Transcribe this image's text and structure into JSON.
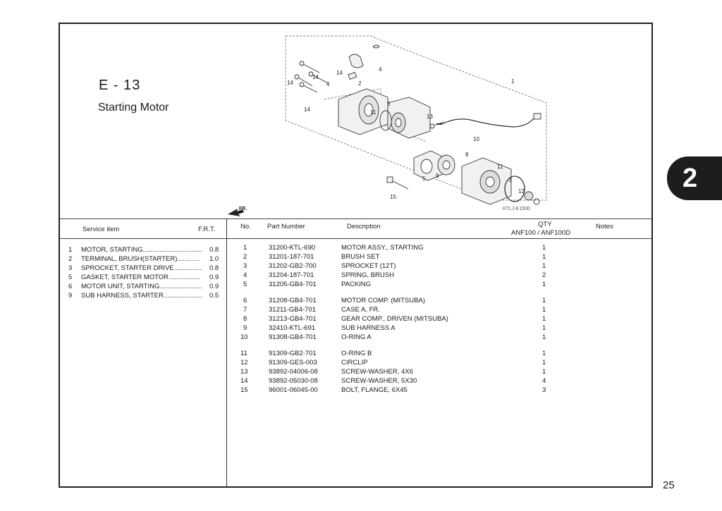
{
  "section": {
    "code": "E - 13",
    "name": "Starting Motor"
  },
  "diagram": {
    "callouts": [
      "1",
      "2",
      "3",
      "4",
      "4",
      "5",
      "6",
      "7",
      "8",
      "9",
      "10",
      "11",
      "12",
      "13",
      "14",
      "14",
      "14",
      "14",
      "15"
    ],
    "direction_label": "FR.",
    "figure_code": "KTLJ-E1500"
  },
  "service_table": {
    "headers": {
      "item": "Service item",
      "frt": "F.R.T."
    },
    "rows": [
      {
        "no": "1",
        "item": "MOTOR, STARTING................................",
        "frt": "0.8"
      },
      {
        "no": "2",
        "item": "TERMINAL, BRUSH(STARTER)............",
        "frt": "1.0"
      },
      {
        "no": "3",
        "item": "SPROCKET, STARTER DRIVE...............",
        "frt": "0.8"
      },
      {
        "no": "5",
        "item": "GASKET, STARTER MOTOR.................",
        "frt": "0.9"
      },
      {
        "no": "6",
        "item": "MOTOR UNIT, STARTING.......................",
        "frt": "0.9"
      },
      {
        "no": "9",
        "item": "SUB HARNESS, STARTER.....................",
        "frt": "0.5"
      }
    ]
  },
  "parts_table": {
    "headers": {
      "no": "No.",
      "part_number": "Part Number",
      "description": "Description",
      "qty": "QTY",
      "models": "ANF100 / ANF100D",
      "notes": "Notes"
    },
    "rows": [
      {
        "no": "1",
        "part": "31200-KTL-690",
        "desc": "MOTOR ASSY., STARTING",
        "qty": "1"
      },
      {
        "no": "2",
        "part": "31201-187-701",
        "desc": "BRUSH SET",
        "qty": "1"
      },
      {
        "no": "3",
        "part": "31202-GB2-700",
        "desc": "SPROCKET (12T)",
        "qty": "1"
      },
      {
        "no": "4",
        "part": "31204-187-701",
        "desc": "SPRING, BRUSH",
        "qty": "2"
      },
      {
        "no": "5",
        "part": "31205-GB4-701",
        "desc": "PACKING",
        "qty": "1"
      },
      {
        "no": "6",
        "part": "31208-GB4-701",
        "desc": "MOTOR COMP. (MITSUBA)",
        "qty": "1"
      },
      {
        "no": "7",
        "part": "31211-GB4-701",
        "desc": "CASE A, FR.",
        "qty": "1"
      },
      {
        "no": "8",
        "part": "31213-GB4-701",
        "desc": "GEAR COMP., DRIVEN (MITSUBA)",
        "qty": "1"
      },
      {
        "no": "9",
        "part": "32410-KTL-691",
        "desc": "SUB HARNESS A",
        "qty": "1"
      },
      {
        "no": "10",
        "part": "91308-GB4-701",
        "desc": "O-RING A",
        "qty": "1"
      },
      {
        "no": "11",
        "part": "91309-GB2-701",
        "desc": "O-RING B",
        "qty": "1"
      },
      {
        "no": "12",
        "part": "91309-GES-003",
        "desc": "CIRCLIP",
        "qty": "1"
      },
      {
        "no": "13",
        "part": "93892-04006-08",
        "desc": "SCREW-WASHER, 4X6",
        "qty": "1"
      },
      {
        "no": "14",
        "part": "93892-05030-08",
        "desc": "SCREW-WASHER, 5X30",
        "qty": "4"
      },
      {
        "no": "15",
        "part": "96001-06045-00",
        "desc": "BOLT, FLANGE, 6X45",
        "qty": "3"
      }
    ]
  },
  "chapter_tab": "2",
  "page_number": "25"
}
